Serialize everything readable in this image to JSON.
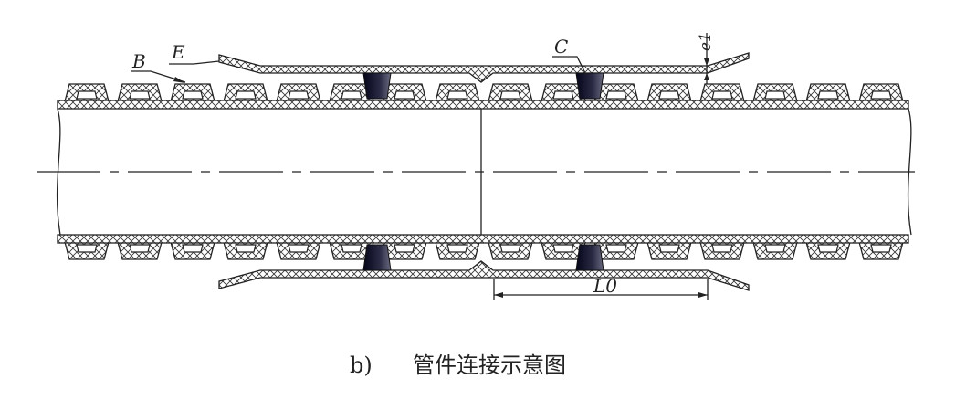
{
  "diagram": {
    "labels": {
      "B": "B",
      "E": "E",
      "C": "C",
      "e1": "e1",
      "L0": "L0"
    },
    "caption": {
      "prefix": "b)",
      "title": "管件连接示意图"
    }
  }
}
